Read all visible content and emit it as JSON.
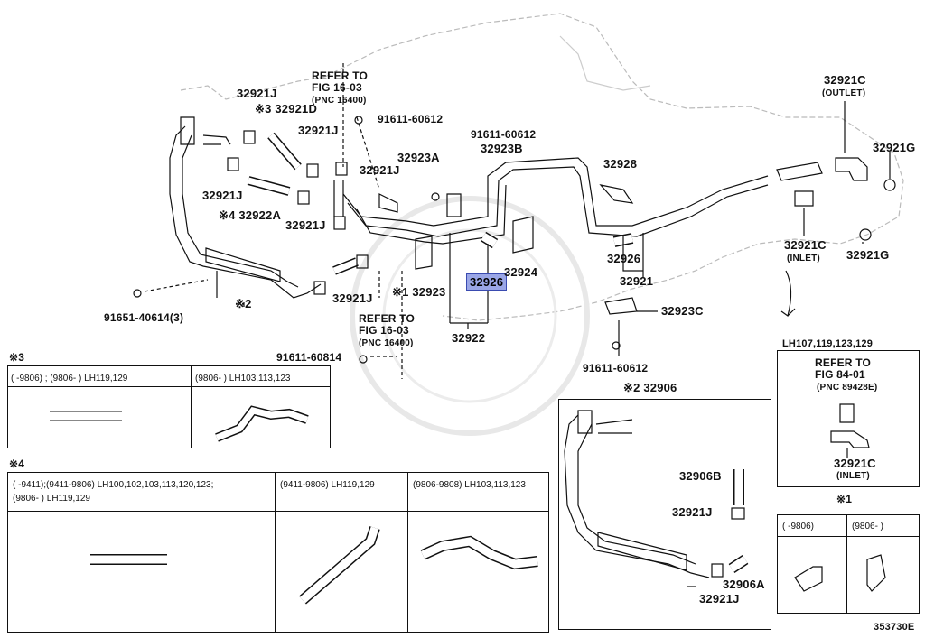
{
  "labels": {
    "p32921j_a": "32921J",
    "p32921d": "※3 32921D",
    "p32921j_b": "32921J",
    "p32921j_c": "32921J",
    "p32921j_d": "32921J",
    "p32922a": "※4 32922A",
    "p32921j_e": "32921J",
    "p32921j_f": "32921J",
    "refer1_line1": "REFER TO",
    "refer1_line2": "FIG 16-03",
    "refer1_line3": "(PNC 16400)",
    "p91611_60612_a": "91611-60612",
    "p91611_60612_b": "91611-60612",
    "p32923a": "32923A",
    "p32923b": "32923B",
    "p32928": "32928",
    "p32926": "32926",
    "p32924": "32924",
    "p32923": "※1 32923",
    "p32922": "32922",
    "p32926_b": "32926",
    "p32921": "32921",
    "p32923c": "32923C",
    "p91611_60612_c": "91611-60612",
    "p32921c_out": "32921C",
    "outlet": "(OUTLET)",
    "p32921g_a": "32921G",
    "p32921c_in": "32921C",
    "inlet": "(INLET)",
    "p32921g_b": "32921G",
    "p91651": "91651-40614(3)",
    "mark2": "※2",
    "refer2_line1": "REFER TO",
    "refer2_line2": "FIG 16-03",
    "refer2_line3": "(PNC 16400)",
    "p91611_60814": "91611-60814",
    "fig_code": "353730E"
  },
  "note3": {
    "mark": "※3",
    "col1": "(    -9806) ; (9806-     ) LH119,129",
    "col2": "(9806-      ) LH103,113,123"
  },
  "note4": {
    "mark": "※4",
    "col1_line1": "(    -9411);(9411-9806) LH100,102,103,113,120,123;",
    "col1_line2": "(9806-      ) LH119,129",
    "col2": "(9411-9806) LH119,129",
    "col3": "(9806-9808) LH103,113,123"
  },
  "note2": {
    "title": "※2 32906",
    "p32906b": "32906B",
    "p32921j": "32921J",
    "p32906a": "32906A",
    "p32921j_b": "32921J"
  },
  "lh_box": {
    "header": "LH107,119,123,129",
    "refer_line1": "REFER TO",
    "refer_line2": "FIG 84-01",
    "refer_line3": "(PNC 89428E)",
    "part": "32921C",
    "inlet": "(INLET)"
  },
  "note1": {
    "mark": "※1",
    "col1": "(    -9806)",
    "col2": "(9806-     )"
  }
}
